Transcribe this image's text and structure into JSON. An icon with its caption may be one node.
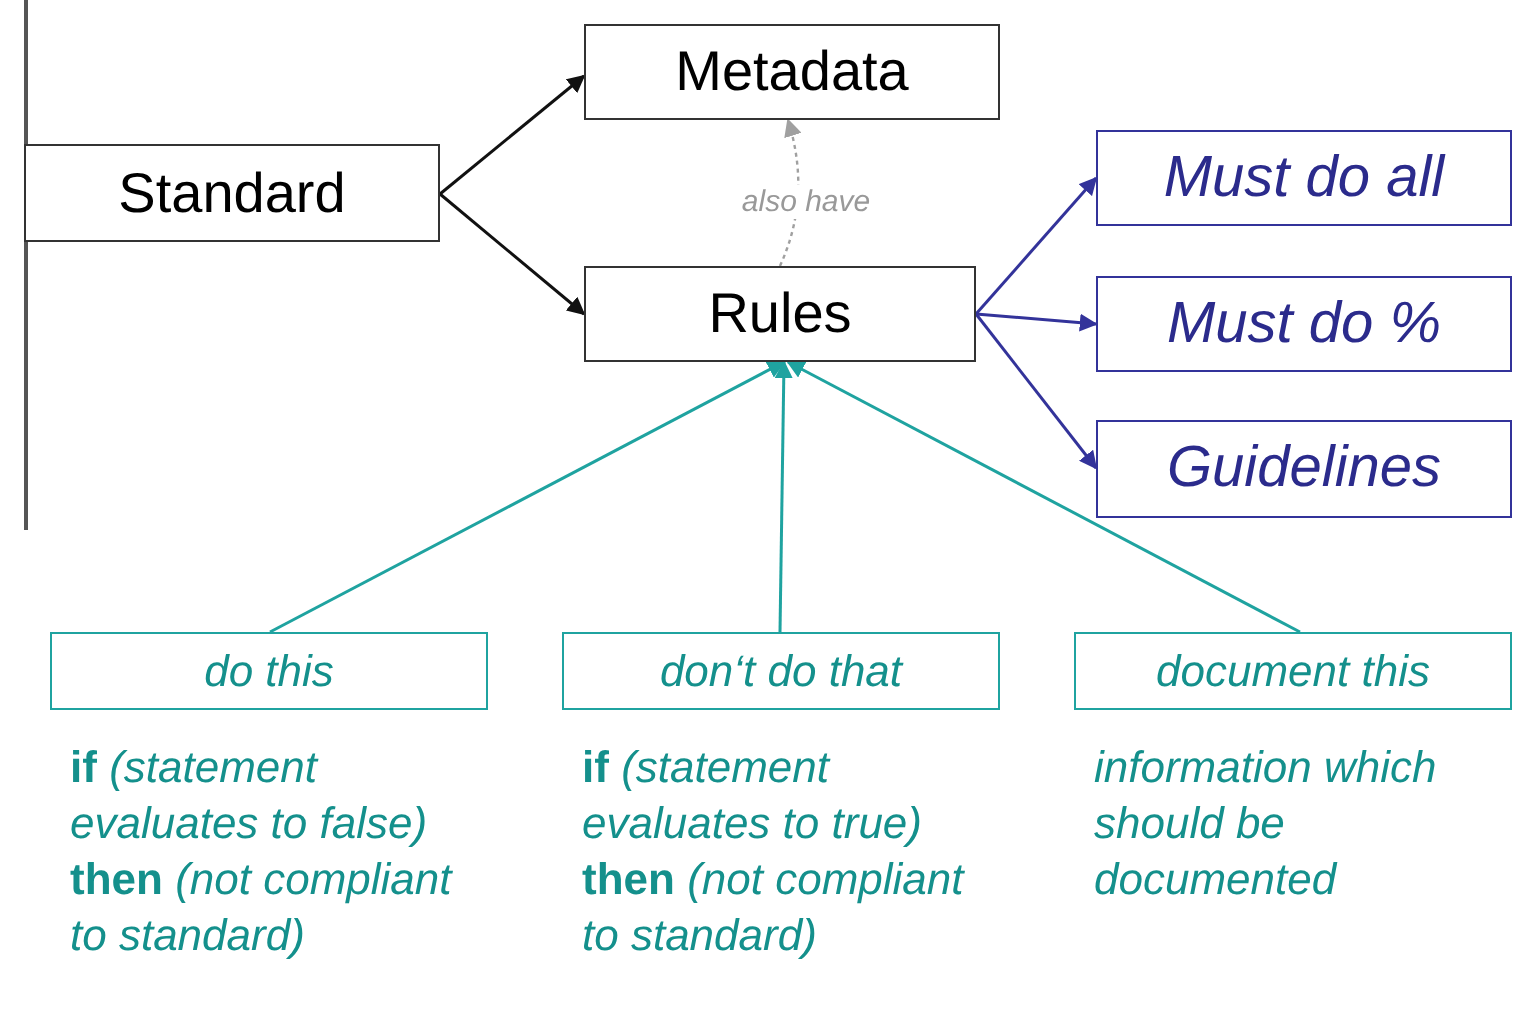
{
  "diagram": {
    "nodes": [
      {
        "text": [
          "Standard"
        ]
      },
      {
        "text": [
          "Metadata"
        ]
      },
      {
        "text": [
          "Rules"
        ]
      },
      {
        "text": [
          "Must do all"
        ]
      },
      {
        "text": [
          "Must do %"
        ]
      },
      {
        "text": [
          "Guidelines"
        ]
      },
      {
        "text": [
          "do this"
        ],
        "beside": [
          "**if** *(statement evaluates to false)* **then** *(not compliant to standard)*"
        ]
      },
      {
        "text": [
          "don‘t do that"
        ],
        "beside": [
          "**if** *(statement evaluates to true)* **then** *(not compliant to standard)*"
        ]
      },
      {
        "text": [
          "document this"
        ],
        "beside": [
          "*information which should be documented*"
        ]
      }
    ],
    "edges": [
      {
        "from": 0,
        "to": 1,
        "arrow": "to",
        "color": "#111111"
      },
      {
        "from": 0,
        "to": 2,
        "arrow": "to",
        "color": "#111111"
      },
      {
        "from": 2,
        "to": 1,
        "arrow": "to",
        "label": "also have",
        "style": "dashed",
        "color": "#a0a0a0"
      },
      {
        "from": 2,
        "to": 3,
        "arrow": "to",
        "color": "#33339a"
      },
      {
        "from": 2,
        "to": 4,
        "arrow": "to",
        "color": "#33339a"
      },
      {
        "from": 2,
        "to": 5,
        "arrow": "to",
        "color": "#33339a"
      },
      {
        "from": 6,
        "to": 2,
        "arrow": "to",
        "color": "#1fa3a0"
      },
      {
        "from": 7,
        "to": 2,
        "arrow": "to",
        "color": "#1fa3a0"
      },
      {
        "from": 8,
        "to": 2,
        "arrow": "to",
        "color": "#1fa3a0"
      }
    ]
  }
}
